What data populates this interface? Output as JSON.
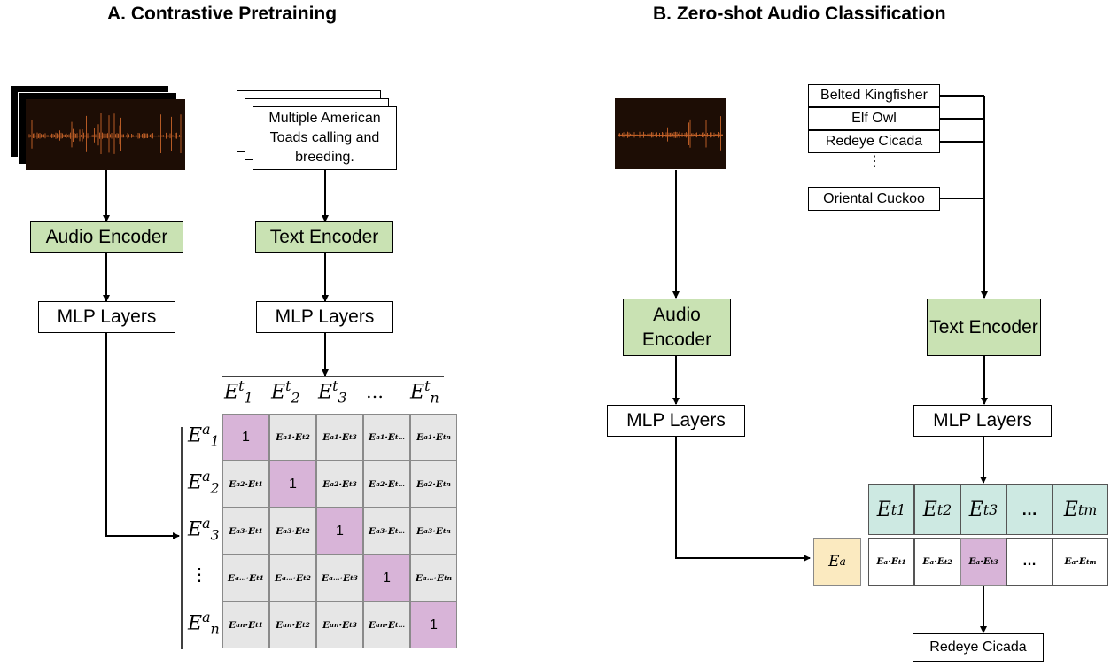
{
  "panel_a": {
    "title": "A. Contrastive Pretraining",
    "caption": "Multiple American Toads calling and breeding.",
    "audio_encoder": "Audio Encoder",
    "text_encoder": "Text Encoder",
    "mlp_left": "MLP Layers",
    "mlp_right": "MLP Layers",
    "diag_value": "1",
    "col_subs": [
      "1",
      "2",
      "3",
      "…",
      "n"
    ],
    "row_subs": [
      "1",
      "2",
      "3",
      "…",
      "n"
    ],
    "vdots": "⋮",
    "hdots": "…"
  },
  "panel_b": {
    "title": "B. Zero-shot Audio Classification",
    "labels": [
      "Belted Kingfisher",
      "Elf Owl",
      "Redeye Cicada",
      "Oriental Cuckoo"
    ],
    "vdots": "⋮",
    "audio_encoder": "Audio Encoder",
    "text_encoder": "Text Encoder",
    "mlp_left": "MLP Layers",
    "mlp_right": "MLP Layers",
    "col_subs": [
      "1",
      "2",
      "3",
      "…",
      "m"
    ],
    "ea": "a",
    "result": "Redeye Cicada"
  },
  "colors": {
    "encoder_fill": "#c9e2b3",
    "diagonal_fill": "#d8b4d8",
    "offdiag_fill": "#e6e6e6",
    "text_emb_fill": "#cde9e2",
    "audio_emb_fill": "#fbeac0",
    "spectrogram_bg": "#1d0d05",
    "waveform": "#c8642a"
  }
}
